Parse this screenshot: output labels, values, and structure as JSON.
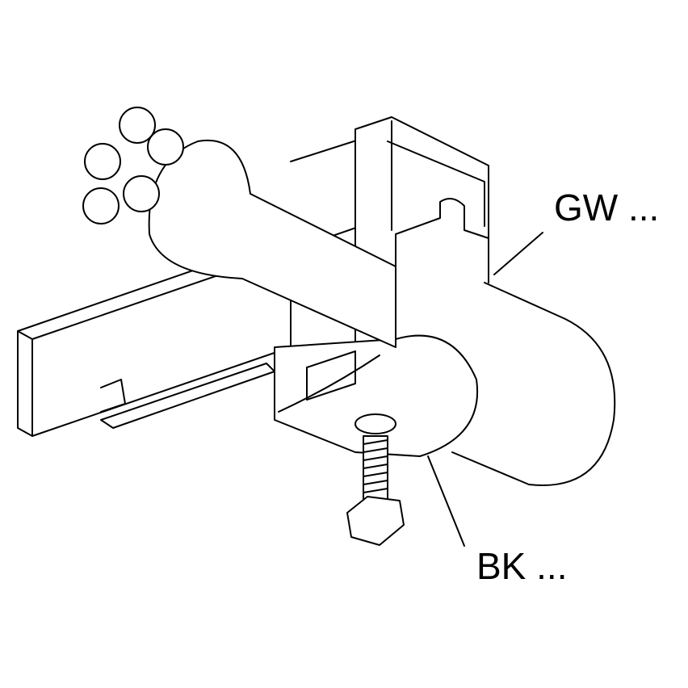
{
  "diagram": {
    "type": "isometric technical line drawing",
    "subject": "cable clamp on mounting rail with multiple cables and screw",
    "labels": [
      {
        "id": "gw",
        "text": "GW ...",
        "points_to": "rail bracket / clamp body"
      },
      {
        "id": "bk",
        "text": "BK ...",
        "points_to": "clamp lower band with screw"
      }
    ]
  }
}
